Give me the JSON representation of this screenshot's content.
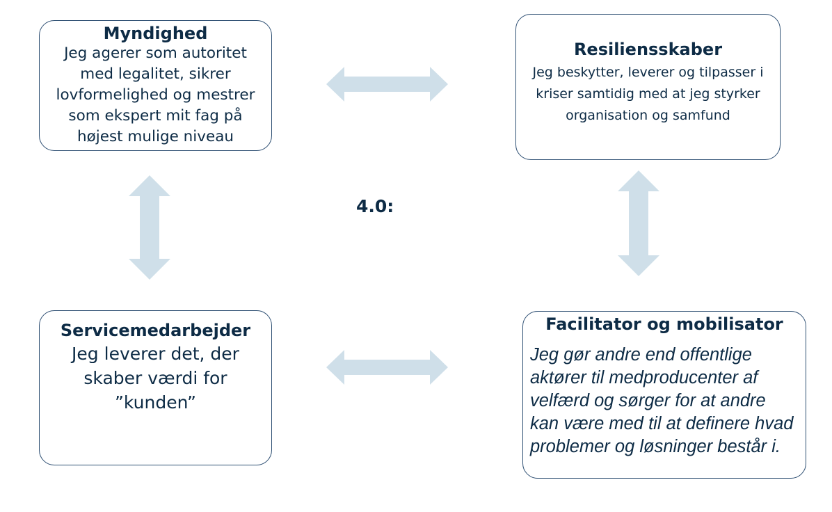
{
  "diagram": {
    "center_label": "4.0:",
    "arrow_color": "#cfdfe9",
    "border_color": "#2e4f73",
    "text_color": "#0d2b45",
    "boxes": {
      "myndighed": {
        "title": "Myndighed",
        "body": "Jeg agerer som autoritet med legalitet, sikrer lovformelighed og mestrer som ekspert mit fag på højest mulige niveau"
      },
      "resilienskaber": {
        "title": "Resiliensskaber",
        "body": "Jeg beskytter, leverer og tilpasser i kriser samtidig med at jeg styrker organisation og samfund"
      },
      "servicemedarbejder": {
        "title": "Servicemedarbejder",
        "body": "Jeg leverer det, der skaber værdi for ”kunden”"
      },
      "facilitator": {
        "title": "Facilitator og mobilisator",
        "body": "Jeg gør andre end offentlige aktører til medproducenter af velfærd og sørger for at andre kan være med til at definere hvad problemer og løsninger består i."
      }
    },
    "arrows": [
      {
        "from": "myndighed",
        "to": "resilienskaber",
        "direction": "two-way"
      },
      {
        "from": "myndighed",
        "to": "servicemedarbejder",
        "direction": "two-way"
      },
      {
        "from": "resilienskaber",
        "to": "facilitator",
        "direction": "two-way"
      },
      {
        "from": "servicemedarbejder",
        "to": "facilitator",
        "direction": "two-way"
      }
    ]
  }
}
